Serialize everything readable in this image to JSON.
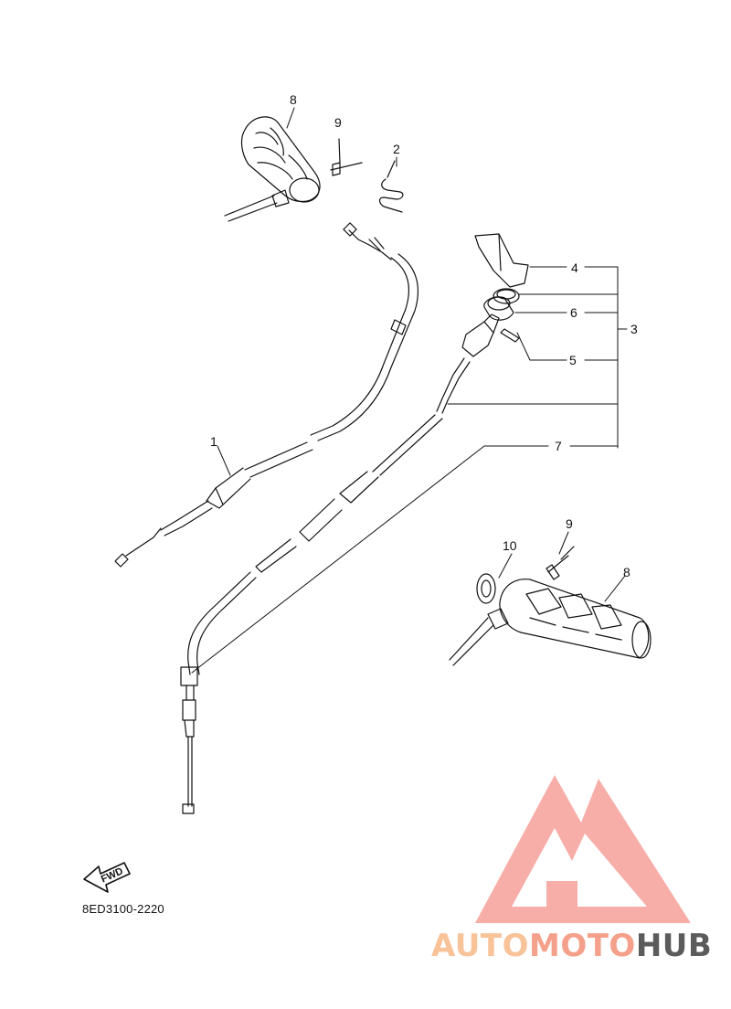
{
  "diagram": {
    "callouts": {
      "part1": "1",
      "part2": "2",
      "part3": "3",
      "part4": "4",
      "part5": "5",
      "part6": "6",
      "part7": "7",
      "part8_top": "8",
      "part8_right": "8",
      "part9_top": "9",
      "part9_right": "9",
      "part10": "10"
    },
    "fwd_label": "FWD",
    "reference_code": "8ED3100-2220"
  },
  "watermark": {
    "part_a": "AUTO",
    "part_b": "MOTO",
    "part_c": "HUB",
    "colors": {
      "auto": "#f9c39a",
      "moto": "#f4a08a",
      "hub": "#5b5b5b",
      "logo": "#f6a09a"
    }
  }
}
